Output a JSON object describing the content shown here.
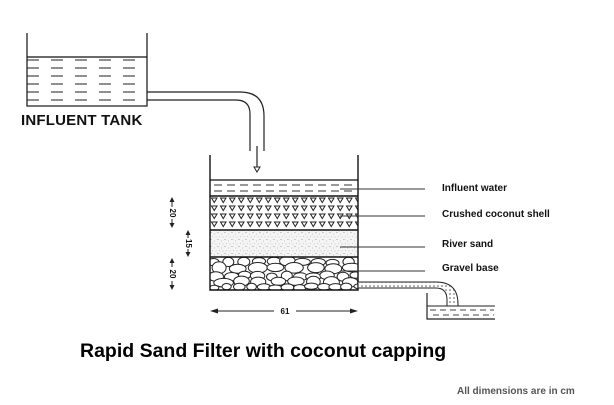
{
  "diagram": {
    "title": "Rapid Sand Filter with coconut capping",
    "units_note": "All dimensions are in cm",
    "influent_tank": {
      "label": "INFLUENT TANK"
    },
    "filter": {
      "width_dimension": "61",
      "layers": [
        {
          "id": "influent-water",
          "label": "Influent water"
        },
        {
          "id": "crushed-coconut-shell",
          "label": "Crushed coconut shell",
          "thickness": "20"
        },
        {
          "id": "river-sand",
          "label": "River sand",
          "thickness": "15"
        },
        {
          "id": "gravel-base",
          "label": "Gravel base",
          "thickness": "20"
        }
      ]
    },
    "colors": {
      "line": "#1a1a1a",
      "sand": "#f2f2f2",
      "background": "#ffffff"
    }
  }
}
